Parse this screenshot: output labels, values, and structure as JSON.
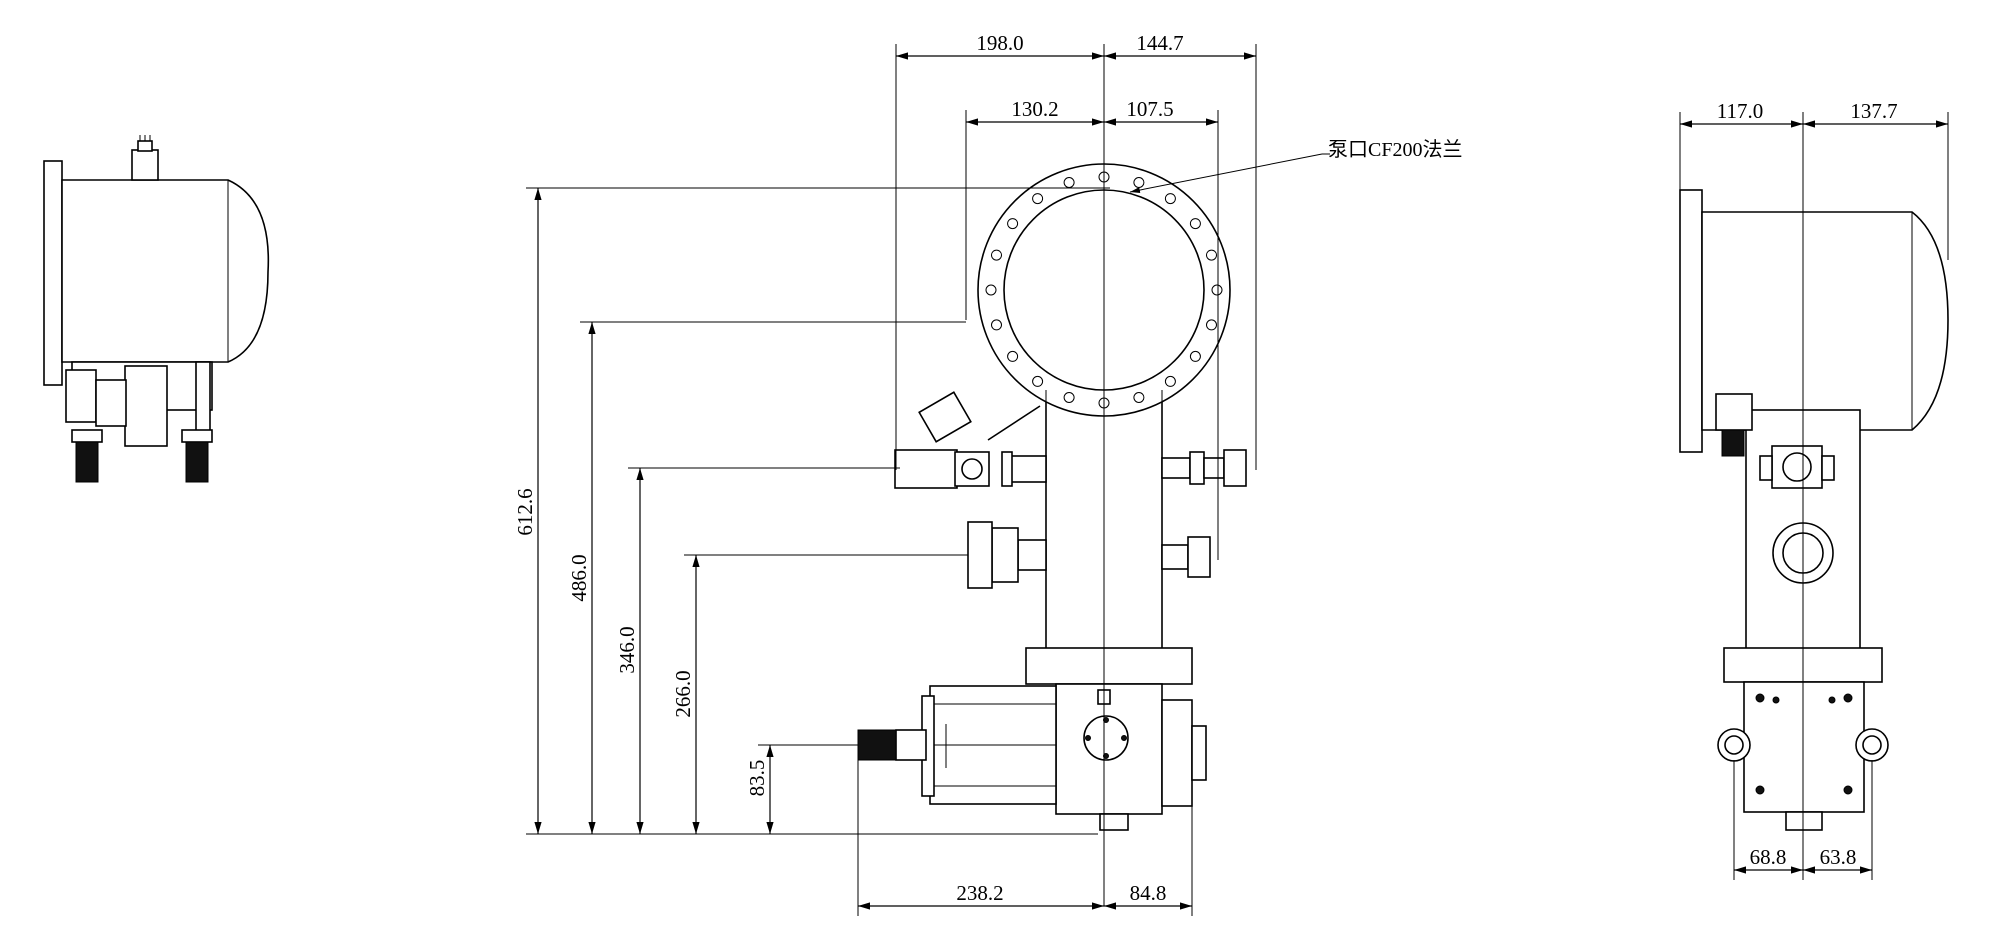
{
  "flange_label": "泵口CF200法兰",
  "front_view": {
    "horizontal_top": [
      "198.0",
      "144.7",
      "130.2",
      "107.5"
    ],
    "horizontal_bottom": [
      "238.2",
      "84.8"
    ],
    "vertical": [
      "612.6",
      "486.0",
      "346.0",
      "266.0",
      "83.5"
    ]
  },
  "side_view": {
    "horizontal_top": [
      "117.0",
      "137.7"
    ],
    "horizontal_bottom": [
      "68.8",
      "63.8"
    ]
  }
}
